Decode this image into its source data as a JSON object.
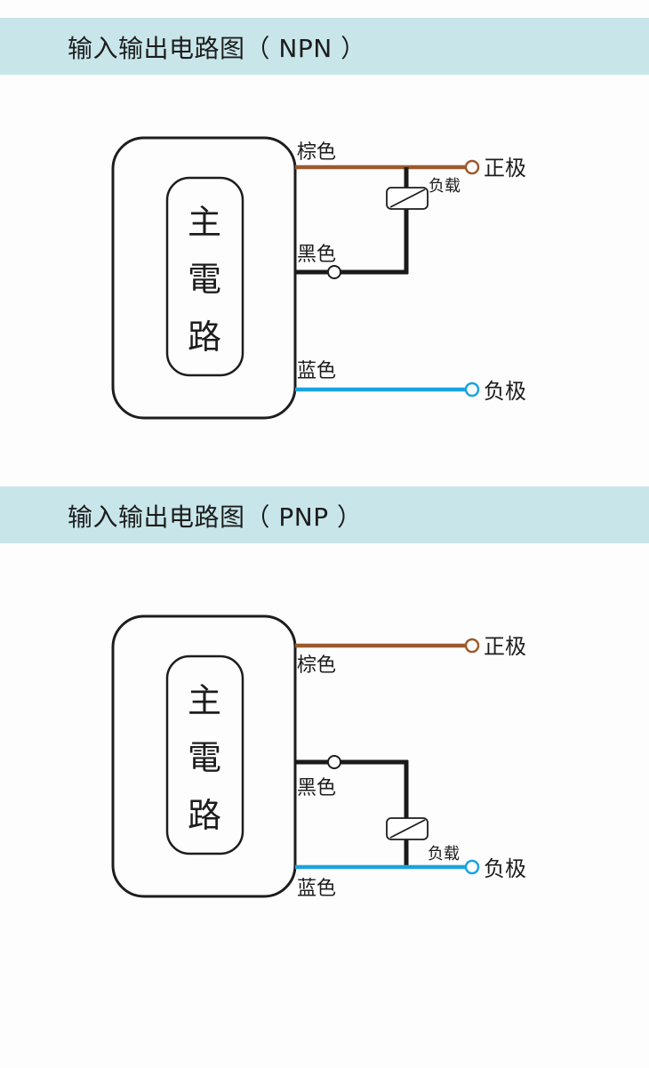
{
  "colors": {
    "banner_bg": "#c8e6ea",
    "brown_wire": "#9c5a2c",
    "black_wire": "#1a1a1a",
    "blue_wire": "#1aa3df",
    "outline": "#1d1d1d"
  },
  "sections": [
    {
      "id": "npn",
      "title": "输入输出电路图（ NPN ）",
      "main_circuit": [
        "主",
        "電",
        "路"
      ],
      "wires": {
        "brown": "棕色",
        "black": "黑色",
        "blue": "蓝色"
      },
      "terminals": {
        "positive": "正极",
        "negative": "负极"
      },
      "load_label": "负载",
      "load_connected_between": [
        "brown",
        "black"
      ]
    },
    {
      "id": "pnp",
      "title": "输入输出电路图（ PNP ）",
      "main_circuit": [
        "主",
        "電",
        "路"
      ],
      "wires": {
        "brown": "棕色",
        "black": "黑色",
        "blue": "蓝色"
      },
      "terminals": {
        "positive": "正极",
        "negative": "负极"
      },
      "load_label": "负载",
      "load_connected_between": [
        "black",
        "blue"
      ]
    }
  ]
}
